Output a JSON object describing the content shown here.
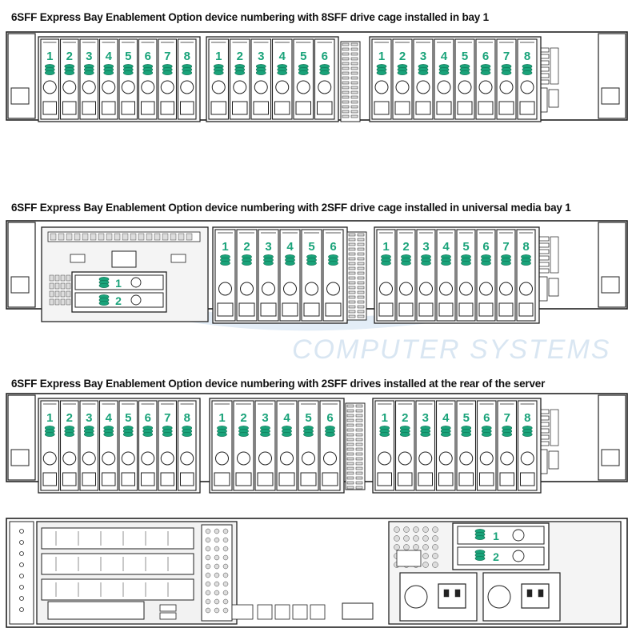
{
  "titles": {
    "panel1": "6SFF Express Bay Enablement Option device numbering with 8SFF drive cage installed in bay 1",
    "panel2": "6SFF Express Bay Enablement Option device numbering with 2SFF drive cage installed in universal media bay 1",
    "panel3": "6SFF Express Bay Enablement Option device numbering with 2SFF drives installed at the rear of the server"
  },
  "watermark": {
    "text": "COMPUTER SYSTEMS"
  },
  "drive_labels": {
    "eight": [
      "1",
      "2",
      "3",
      "4",
      "5",
      "6",
      "7",
      "8"
    ],
    "six": [
      "1",
      "2",
      "3",
      "4",
      "5",
      "6"
    ],
    "two": [
      "1",
      "2"
    ]
  },
  "colors": {
    "accent": "#1aa37a",
    "line": "#222222",
    "fill": "#e9e9e9",
    "watermark": "#d9e6f2"
  },
  "icons": {
    "drive": "drive-stack-icon",
    "power": "power-socket-icon"
  }
}
